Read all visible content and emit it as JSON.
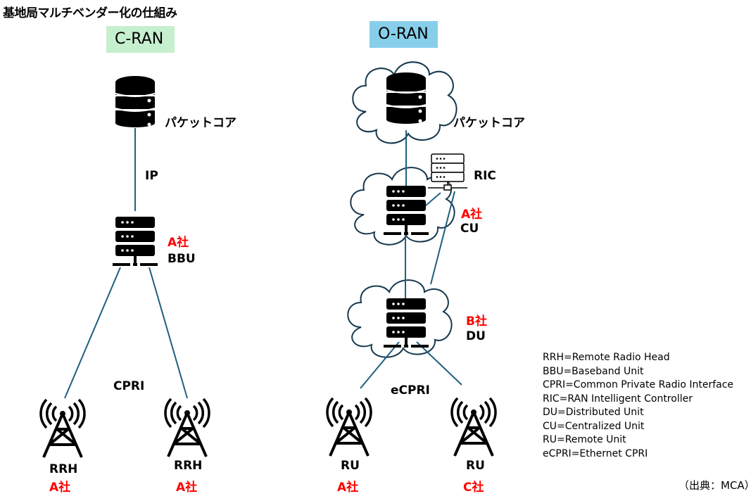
{
  "title": "基地局マルチベンダー化の仕組み",
  "cran": {
    "badge": "C-RAN",
    "badge_color": "#c6efce",
    "core_label": "パケットコア",
    "link_core_bbu": "IP",
    "bbu": {
      "vendor": "A社",
      "name": "BBU"
    },
    "link_bbu_rrh": "CPRI",
    "rrh": [
      {
        "name": "RRH",
        "vendor": "A社"
      },
      {
        "name": "RRH",
        "vendor": "A社"
      }
    ]
  },
  "oran": {
    "badge": "O-RAN",
    "badge_color": "#87ceeb",
    "core_label": "パケットコア",
    "ric": {
      "name": "RIC"
    },
    "cu": {
      "vendor": "A社",
      "name": "CU"
    },
    "du": {
      "vendor": "B社",
      "name": "DU"
    },
    "link_du_ru": "eCPRI",
    "ru": [
      {
        "name": "RU",
        "vendor": "A社"
      },
      {
        "name": "RU",
        "vendor": "C社"
      }
    ]
  },
  "colors": {
    "vendor": "#ff0000",
    "link": "#1f5f7f"
  },
  "legend": [
    "RRH=Remote Radio Head",
    "BBU=Baseband Unit",
    "CPRI=Common Private Radio Interface",
    "RIC=RAN Intelligent Controller",
    "DU=Distributed Unit",
    "CU=Centralized Unit",
    "RU=Remote Unit",
    "eCPRI=Ethernet CPRI"
  ],
  "source": "（出典：MCA）"
}
